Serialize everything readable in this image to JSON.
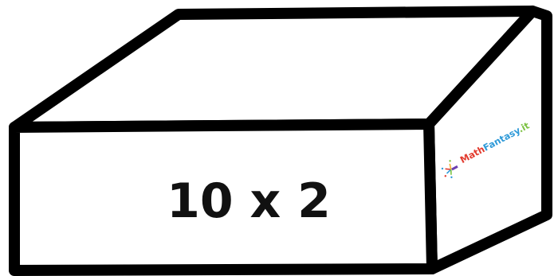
{
  "box": {
    "expression": "10 x 2"
  },
  "watermark": {
    "text": "MathFantasy.it",
    "parts": [
      "Math",
      "Fantasy",
      ".it"
    ],
    "colors": [
      "#e23b2e",
      "#2f9ad8",
      "#7cc242"
    ]
  },
  "colors": {
    "stroke": "#000000",
    "background": "#ffffff",
    "text": "#111111"
  }
}
